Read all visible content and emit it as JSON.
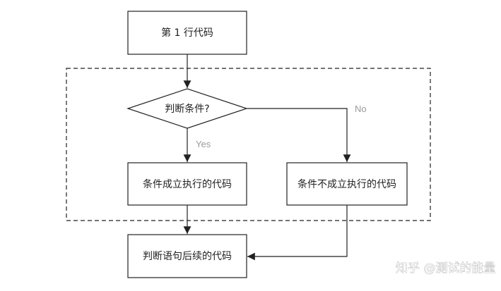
{
  "nodes": {
    "line1": "第 1 行代码",
    "condition": "判断条件?",
    "true_branch": "条件成立执行的代码",
    "false_branch": "条件不成立执行的代码",
    "after": "判断语句后续的代码"
  },
  "edges": {
    "yes_label": "Yes",
    "no_label": "No"
  },
  "watermark": "知乎 @测试的能量",
  "colors": {
    "stroke": "#222222",
    "edge_label": "#9a9a9a",
    "background": "#ffffff"
  }
}
